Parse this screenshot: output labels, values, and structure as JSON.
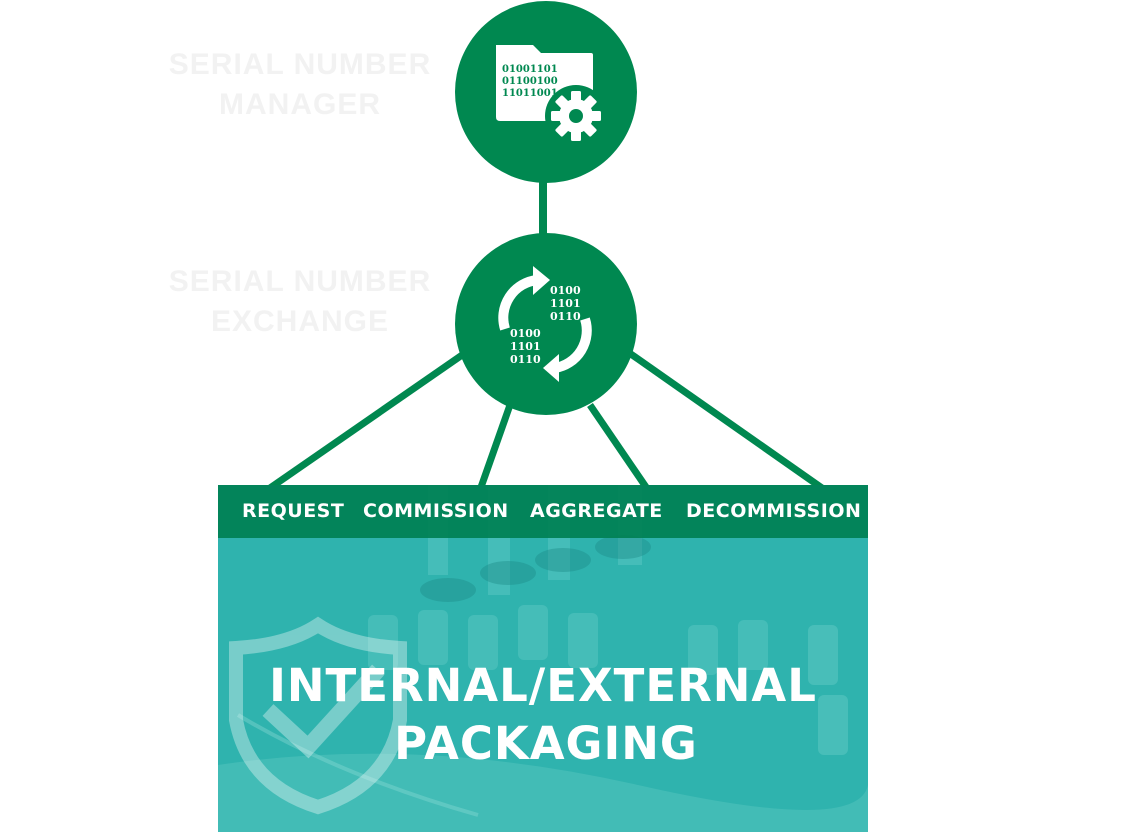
{
  "labels": {
    "manager": [
      "SERIAL NUMBER",
      "MANAGER"
    ],
    "exchange": [
      "SERIAL NUMBER",
      "EXCHANGE"
    ]
  },
  "manager_icon": {
    "binary": [
      "01001101",
      "01100100",
      "11011001"
    ],
    "icons": [
      "folder-icon",
      "gear-icon"
    ]
  },
  "exchange_icon": {
    "binary_top": [
      "0100",
      "1101",
      "0110"
    ],
    "binary_bottom": [
      "0100",
      "1101",
      "0110"
    ],
    "icons": [
      "sync-arrows-icon"
    ]
  },
  "steps": [
    "REQUEST",
    "COMMISSION",
    "AGGREGATE",
    "DECOMMISSION"
  ],
  "panel": {
    "title_lines": [
      "INTERNAL/EXTERNAL",
      "PACKAGING"
    ],
    "icons": [
      "shield-check-icon"
    ]
  },
  "colors": {
    "brand_green": "#008850",
    "panel_teal": "#2fb3ae",
    "text_light": "#ffffff"
  }
}
